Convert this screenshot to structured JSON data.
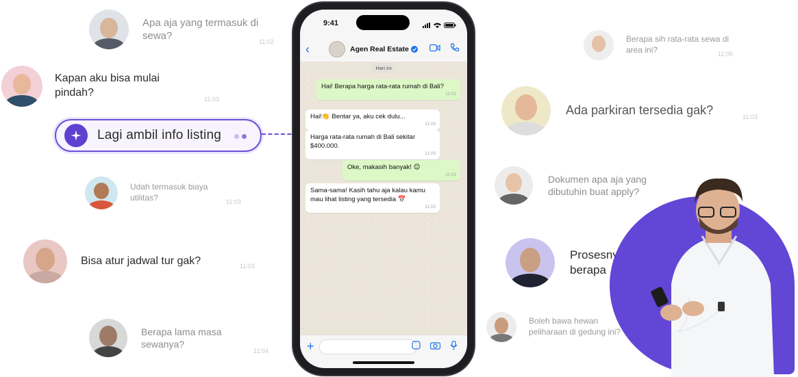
{
  "questions": [
    {
      "text": "Apa aja yang termasuk di sewa?",
      "time": "11:02"
    },
    {
      "text": "Kapan aku bisa mulai pindah?",
      "time": "11:03"
    },
    {
      "text": "Udah termasuk biaya utilitas?",
      "time": "11:03"
    },
    {
      "text": "Bisa atur jadwal tur gak?",
      "time": "11:03"
    },
    {
      "text": "Berapa lama masa sewanya?",
      "time": "11:04"
    },
    {
      "text": "Berapa sih rata-rata sewa di area ini?",
      "time": "11:05"
    },
    {
      "text": "Ada parkiran tersedia gak?",
      "time": "11:03"
    },
    {
      "text": "Dokumen apa aja yang dibutuhin buat apply?",
      "time": ""
    },
    {
      "text": "Prosesnya berapa",
      "time": ""
    },
    {
      "text": "Boleh bawa hewan peliharaan di gedung ini?",
      "time": ""
    }
  ],
  "status_pill": {
    "label": "Lagi ambil info listing"
  },
  "phone": {
    "clock": "9:41",
    "contact_name": "Agen Real Estate",
    "day_label": "Hari ini",
    "messages": [
      {
        "dir": "out",
        "text": "Hai! Berapa harga rata-rata rumah di Bali?",
        "time": "11:02"
      },
      {
        "dir": "in",
        "text": "Hai!👏 Bentar ya, aku cek dulu...",
        "time": "11:03"
      },
      {
        "dir": "in",
        "text": "Harga rata-rata rumah di Bali sekitar $400.000.",
        "time": "11:03"
      },
      {
        "dir": "out",
        "text": "Oke, makasih banyak! 😊",
        "time": "11:03"
      },
      {
        "dir": "in",
        "text": "Sama-sama! Kasih tahu aja kalau kamu mau lihat listing yang tersedia 📅",
        "time": "11:03"
      }
    ]
  },
  "colors": {
    "accent": "#6246d6",
    "outgoing": "#dcf8c6",
    "link": "#1a73e8"
  }
}
